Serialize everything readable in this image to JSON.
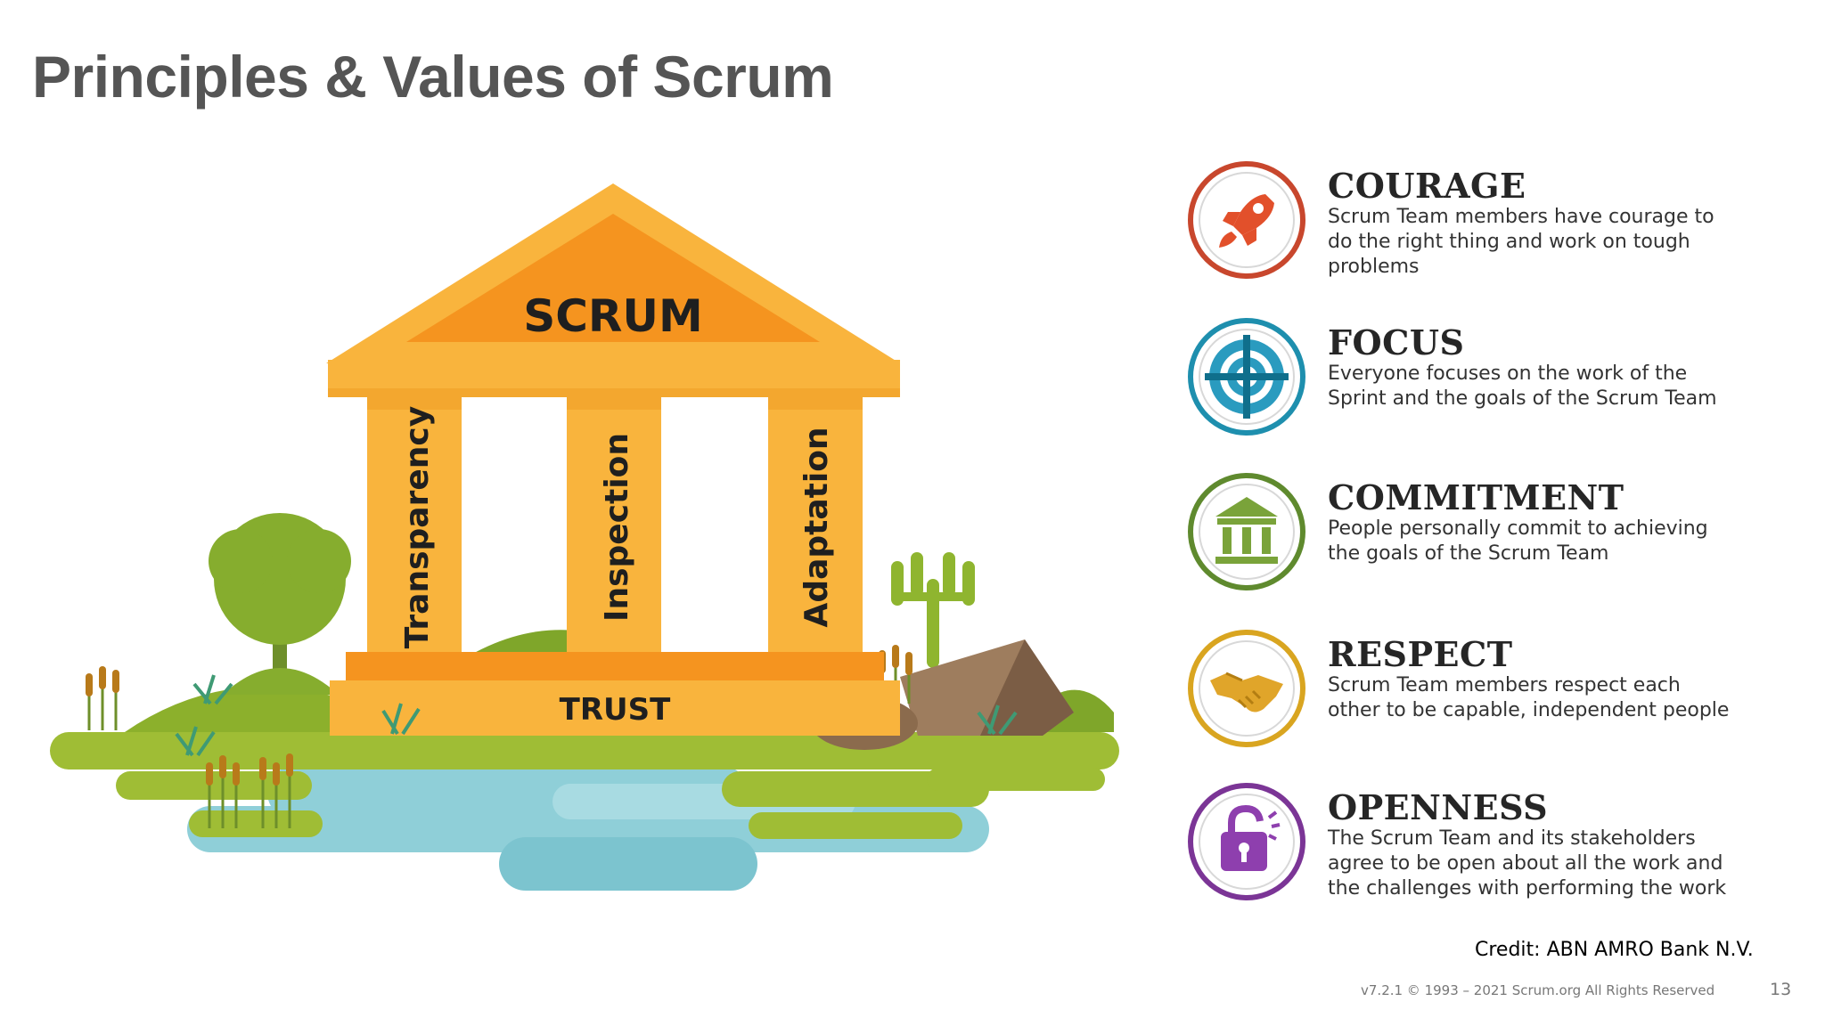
{
  "title": "Principles & Values of Scrum",
  "temple": {
    "roof_label": "SCRUM",
    "base_label": "TRUST",
    "pillars": [
      {
        "label": "Transparency"
      },
      {
        "label": "Inspection"
      },
      {
        "label": "Adaptation"
      }
    ]
  },
  "values": [
    {
      "title": "COURAGE",
      "icon": "rocket-icon",
      "color": "#c8472d",
      "lines": [
        "Scrum Team members have courage to",
        "do the right thing and work on tough",
        "problems"
      ]
    },
    {
      "title": "FOCUS",
      "icon": "crosshair-icon",
      "color": "#1e8fae",
      "lines": [
        "Everyone focuses on the work of the",
        "Sprint and the goals of the Scrum Team"
      ]
    },
    {
      "title": "COMMITMENT",
      "icon": "temple-icon",
      "color": "#5f8a2e",
      "lines": [
        "People personally commit to achieving",
        "the goals of the Scrum Team"
      ]
    },
    {
      "title": "RESPECT",
      "icon": "handshake-icon",
      "color": "#d9a520",
      "lines": [
        "Scrum Team members respect each",
        "other to be capable, independent people"
      ]
    },
    {
      "title": "OPENNESS",
      "icon": "open-lock-icon",
      "color": "#7b3596",
      "lines": [
        "The Scrum Team and its stakeholders",
        "agree to be open about all the work and",
        "the challenges with performing the work"
      ]
    }
  ],
  "credit": "Credit: ABN AMRO Bank N.V.",
  "footer": {
    "copyright": "v7.2.1 © 1993 – 2021 Scrum.org All Rights Reserved",
    "page_number": "13"
  }
}
